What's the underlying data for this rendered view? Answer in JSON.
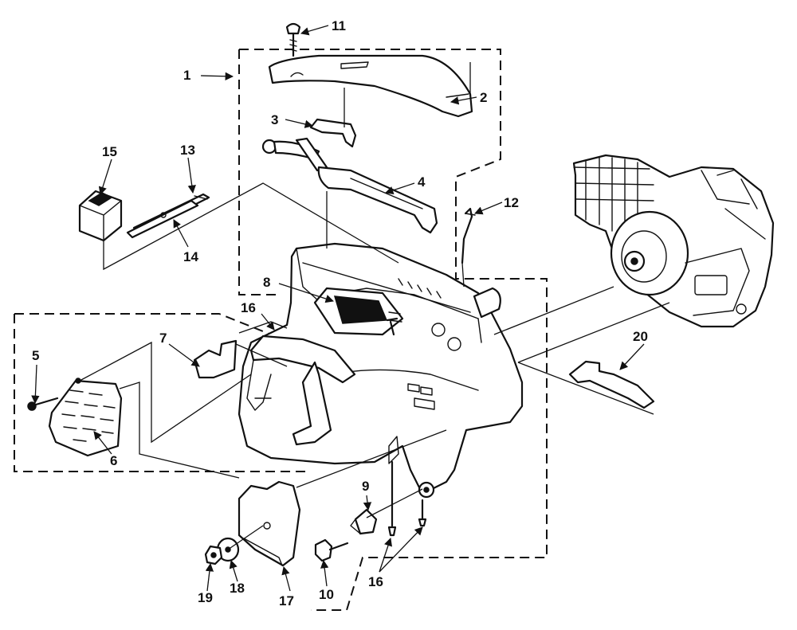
{
  "callouts": {
    "c1": "1",
    "c2": "2",
    "c3": "3",
    "c4": "4",
    "c5": "5",
    "c6": "6",
    "c7": "7",
    "c8": "8",
    "c9": "9",
    "c10": "10",
    "c11": "11",
    "c12": "12",
    "c13": "13",
    "c14": "14",
    "c15": "15",
    "c16a": "16",
    "c16b": "16",
    "c17": "17",
    "c18": "18",
    "c19": "19",
    "c20": "20"
  },
  "colors": {
    "ink": "#111111",
    "paper": "#ffffff"
  }
}
